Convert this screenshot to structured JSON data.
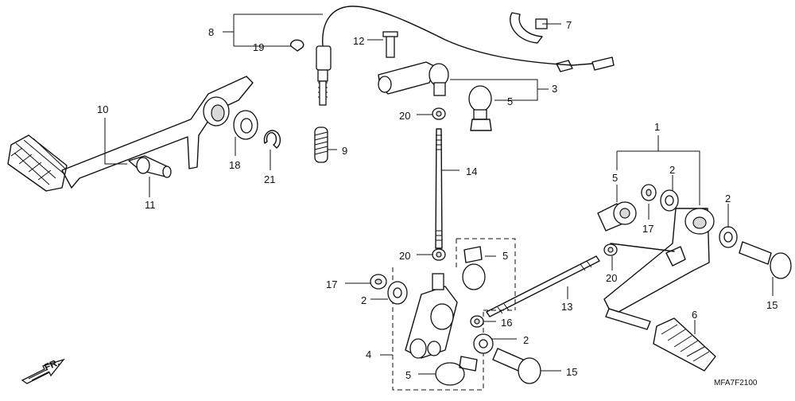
{
  "diagram_code": "MFA7F2100",
  "front_marker": "FR.",
  "callouts": {
    "c1": "1",
    "c2a": "2",
    "c2b": "2",
    "c2c": "2",
    "c2d": "2",
    "c3": "3",
    "c4": "4",
    "c5a": "5",
    "c5b": "5",
    "c5c": "5",
    "c5d": "5",
    "c6": "6",
    "c7": "7",
    "c8": "8",
    "c9": "9",
    "c10": "10",
    "c11": "11",
    "c12": "12",
    "c13": "13",
    "c14": "14",
    "c15a": "15",
    "c15b": "15",
    "c16": "16",
    "c17a": "17",
    "c17b": "17",
    "c18": "18",
    "c19": "19",
    "c20a": "20",
    "c20b": "20",
    "c20c": "20",
    "c21": "21"
  }
}
